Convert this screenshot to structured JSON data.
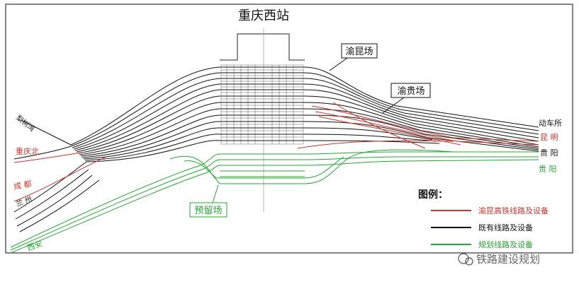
{
  "diagram": {
    "title": "重庆西站",
    "yard_yukun": "渝昆场",
    "yard_yugui": "渝贵场",
    "yard_reserved": "预留场",
    "emu_depot": "动车所",
    "line_lishuwan": "梨树湾",
    "line_chongqingbei": "重庆北",
    "line_chengdu": "成 都",
    "line_lanzhou": "兰 州",
    "line_xian": "西安",
    "line_kunming": "昆 明",
    "line_guiyang": "贵 阳",
    "line_guiyang2": "贵 阳"
  },
  "legend": {
    "title": "图例：",
    "items": [
      {
        "label": "渝昆高铁线路及设备",
        "color": "#d0342c"
      },
      {
        "label": "既有线路及设备",
        "color": "#111111"
      },
      {
        "label": "规划线路及设备",
        "color": "#22a830"
      }
    ]
  },
  "watermark": {
    "text": "铁路建设规划"
  },
  "colors": {
    "red": "#d0342c",
    "black": "#111111",
    "green": "#22a830"
  }
}
